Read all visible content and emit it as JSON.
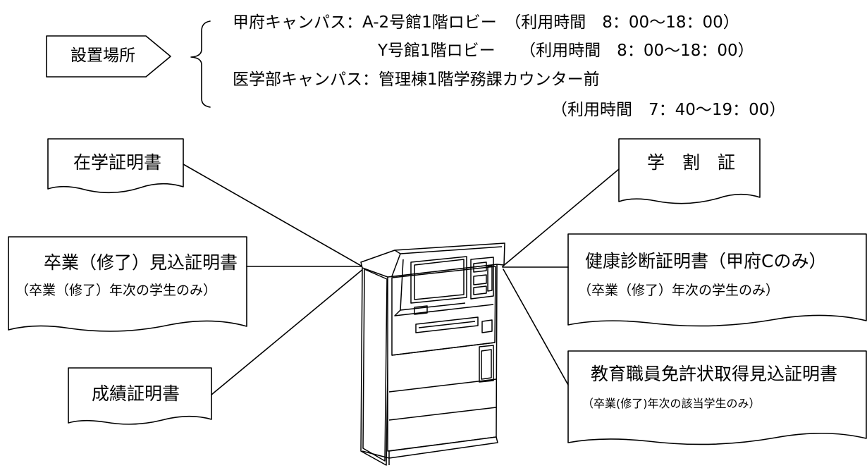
{
  "location": {
    "label": "設置場所",
    "lines": [
      "甲府キャンパス：A-2号館1階ロビー　（利用時間　8：00～18：00）",
      "Y号館1階ロビー　　（利用時間　8：00～18：00）",
      "医学部キャンパス：管理棟1階学務課カウンター前",
      "（利用時間　7：40～19：00）"
    ]
  },
  "documents": {
    "enrollment": {
      "title": "在学証明書"
    },
    "expected_graduation": {
      "title": "卒業（修了）見込証明書",
      "note": "（卒業（修了）年次の学生のみ）"
    },
    "transcript": {
      "title": "成績証明書"
    },
    "student_discount": {
      "title": "学　割　証"
    },
    "health_check": {
      "title": "健康診断証明書（甲府Cのみ）",
      "note": "（卒業（修了）年次の学生のみ）"
    },
    "teacher_license": {
      "title": "教育職員免許状取得見込証明書",
      "note": "（卒業(修了)年次の該当学生のみ）"
    }
  },
  "machine": {
    "icon": "certificate-kiosk-icon"
  },
  "colors": {
    "stroke": "#000000",
    "background": "#ffffff"
  }
}
